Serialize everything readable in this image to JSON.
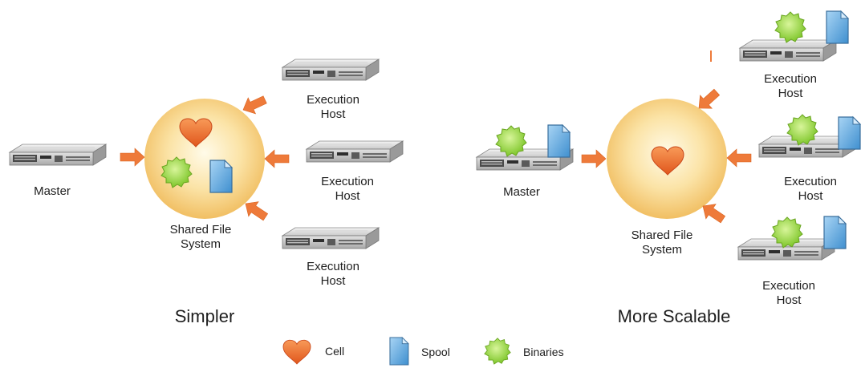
{
  "left": {
    "caption": "Simpler",
    "master_label": "Master",
    "shared_label": "Shared File\nSystem",
    "host_labels": [
      "Execution\nHost",
      "Execution\nHost",
      "Execution\nHost"
    ]
  },
  "right": {
    "caption": "More Scalable",
    "master_label": "Master",
    "shared_label": "Shared File\nSystem",
    "host_labels": [
      "Execution\nHost",
      "Execution\nHost",
      "Execution\nHost"
    ]
  },
  "legend": {
    "cell": "Cell",
    "spool": "Spool",
    "binaries": "Binaries"
  },
  "colors": {
    "arrow": "#ee7a3a",
    "circle_center": "#fff6d8",
    "circle_edge": "#f3c46a",
    "heart": "#ef6a2a",
    "spool": "#5aa7de",
    "binaries": "#9ad83c"
  }
}
